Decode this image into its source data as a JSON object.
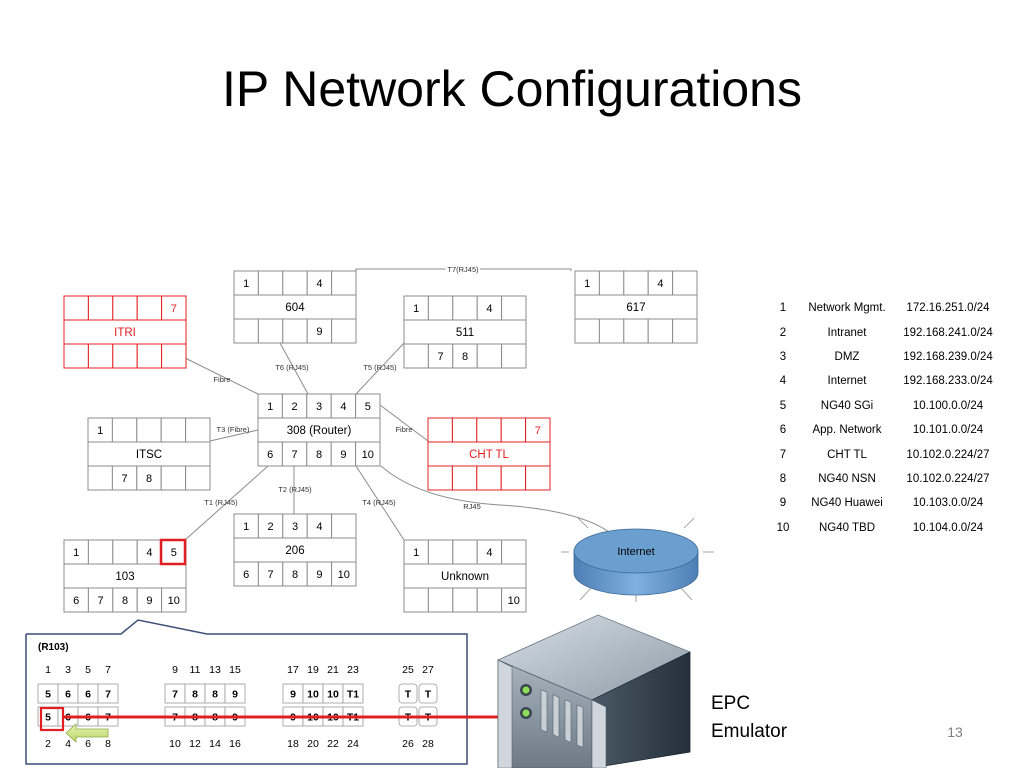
{
  "title": "IP Network Configurations",
  "slide_number": "13",
  "epc_label": {
    "line1": "EPC",
    "line2": "Emulator"
  },
  "colors": {
    "grid": "#8c8c8c",
    "red": "#e02020",
    "cloud": "#6a9fd0",
    "frame": "#3c4f78"
  },
  "links": {
    "t7": "T7(RJ45)",
    "t6": "T6 (RJ45)",
    "t5": "T5 (RJ45)",
    "fibre1": "Fibre",
    "t3": "T3 (Fibre)",
    "fibre2": "Fibre",
    "t1": "T1 (RJ45)",
    "t2": "T2 (RJ45)",
    "t4": "T4 (RJ45)",
    "rj45": "RJ45"
  },
  "nodes": {
    "n604": {
      "top": [
        "1",
        "",
        "",
        "4",
        ""
      ],
      "name": "604",
      "bottom": [
        "",
        "",
        "",
        "9",
        ""
      ]
    },
    "n617": {
      "top": [
        "1",
        "",
        "",
        "4",
        ""
      ],
      "name": "617",
      "bottom": [
        "",
        "",
        "",
        "",
        ""
      ]
    },
    "itri": {
      "top": [
        "",
        "",
        "",
        "",
        "7"
      ],
      "name": "ITRI",
      "bottom": [
        "",
        "",
        "",
        "",
        ""
      ]
    },
    "n511": {
      "top": [
        "1",
        "",
        "",
        "4",
        ""
      ],
      "name": "511",
      "bottom": [
        "",
        "7",
        "8",
        "",
        ""
      ]
    },
    "router": {
      "top": [
        "1",
        "2",
        "3",
        "4",
        "5"
      ],
      "name": "308 (Router)",
      "bottom": [
        "6",
        "7",
        "8",
        "9",
        "10"
      ]
    },
    "itsc": {
      "top": [
        "1",
        "",
        "",
        "",
        ""
      ],
      "name": "ITSC",
      "bottom": [
        "",
        "7",
        "8",
        "",
        ""
      ]
    },
    "chttl": {
      "top": [
        "",
        "",
        "",
        "",
        "7"
      ],
      "name": "CHT TL",
      "bottom": [
        "",
        "",
        "",
        "",
        ""
      ]
    },
    "n206": {
      "top": [
        "1",
        "2",
        "3",
        "4",
        ""
      ],
      "name": "206",
      "bottom": [
        "6",
        "7",
        "8",
        "9",
        "10"
      ]
    },
    "n103": {
      "top": [
        "1",
        "",
        "",
        "4",
        "5"
      ],
      "name": "103",
      "bottom": [
        "6",
        "7",
        "8",
        "9",
        "10"
      ]
    },
    "unknown": {
      "top": [
        "1",
        "",
        "",
        "4",
        ""
      ],
      "name": "Unknown",
      "bottom": [
        "",
        "",
        "",
        "",
        "10"
      ]
    }
  },
  "internet_label": "Internet",
  "ip_table": [
    {
      "n": "1",
      "name": "Network Mgmt.",
      "net": "172.16.251.0/24"
    },
    {
      "n": "2",
      "name": "Intranet",
      "net": "192.168.241.0/24"
    },
    {
      "n": "3",
      "name": "DMZ",
      "net": "192.168.239.0/24"
    },
    {
      "n": "4",
      "name": "Internet",
      "net": "192.168.233.0/24"
    },
    {
      "n": "5",
      "name": "NG40 SGi",
      "net": "10.100.0.0/24"
    },
    {
      "n": "6",
      "name": "App. Network",
      "net": "10.101.0.0/24"
    },
    {
      "n": "7",
      "name": "CHT TL",
      "net": "10.102.0.224/27"
    },
    {
      "n": "8",
      "name": "NG40 NSN",
      "net": "10.102.0.224/27"
    },
    {
      "n": "9",
      "name": "NG40 Huawei",
      "net": "10.103.0.0/24"
    },
    {
      "n": "10",
      "name": "NG40 TBD",
      "net": "10.104.0.0/24"
    }
  ],
  "patch_panel": {
    "title": "(R103)",
    "top_numbers": [
      [
        "1",
        "3",
        "5",
        "7"
      ],
      [
        "9",
        "11",
        "13",
        "15"
      ],
      [
        "17",
        "19",
        "21",
        "23"
      ],
      [
        "25",
        "27"
      ]
    ],
    "row1": [
      [
        "5",
        "6",
        "6",
        "7"
      ],
      [
        "7",
        "8",
        "8",
        "9"
      ],
      [
        "9",
        "10",
        "10",
        "T1"
      ],
      [
        "T",
        "T"
      ]
    ],
    "row2": [
      [
        "5",
        "6",
        "6",
        "7"
      ],
      [
        "7",
        "8",
        "8",
        "9"
      ],
      [
        "9",
        "10",
        "10",
        "T1"
      ],
      [
        "T",
        "T"
      ]
    ],
    "bottom_numbers": [
      [
        "2",
        "4",
        "6",
        "8"
      ],
      [
        "10",
        "12",
        "14",
        "16"
      ],
      [
        "18",
        "20",
        "22",
        "24"
      ],
      [
        "26",
        "28"
      ]
    ]
  }
}
